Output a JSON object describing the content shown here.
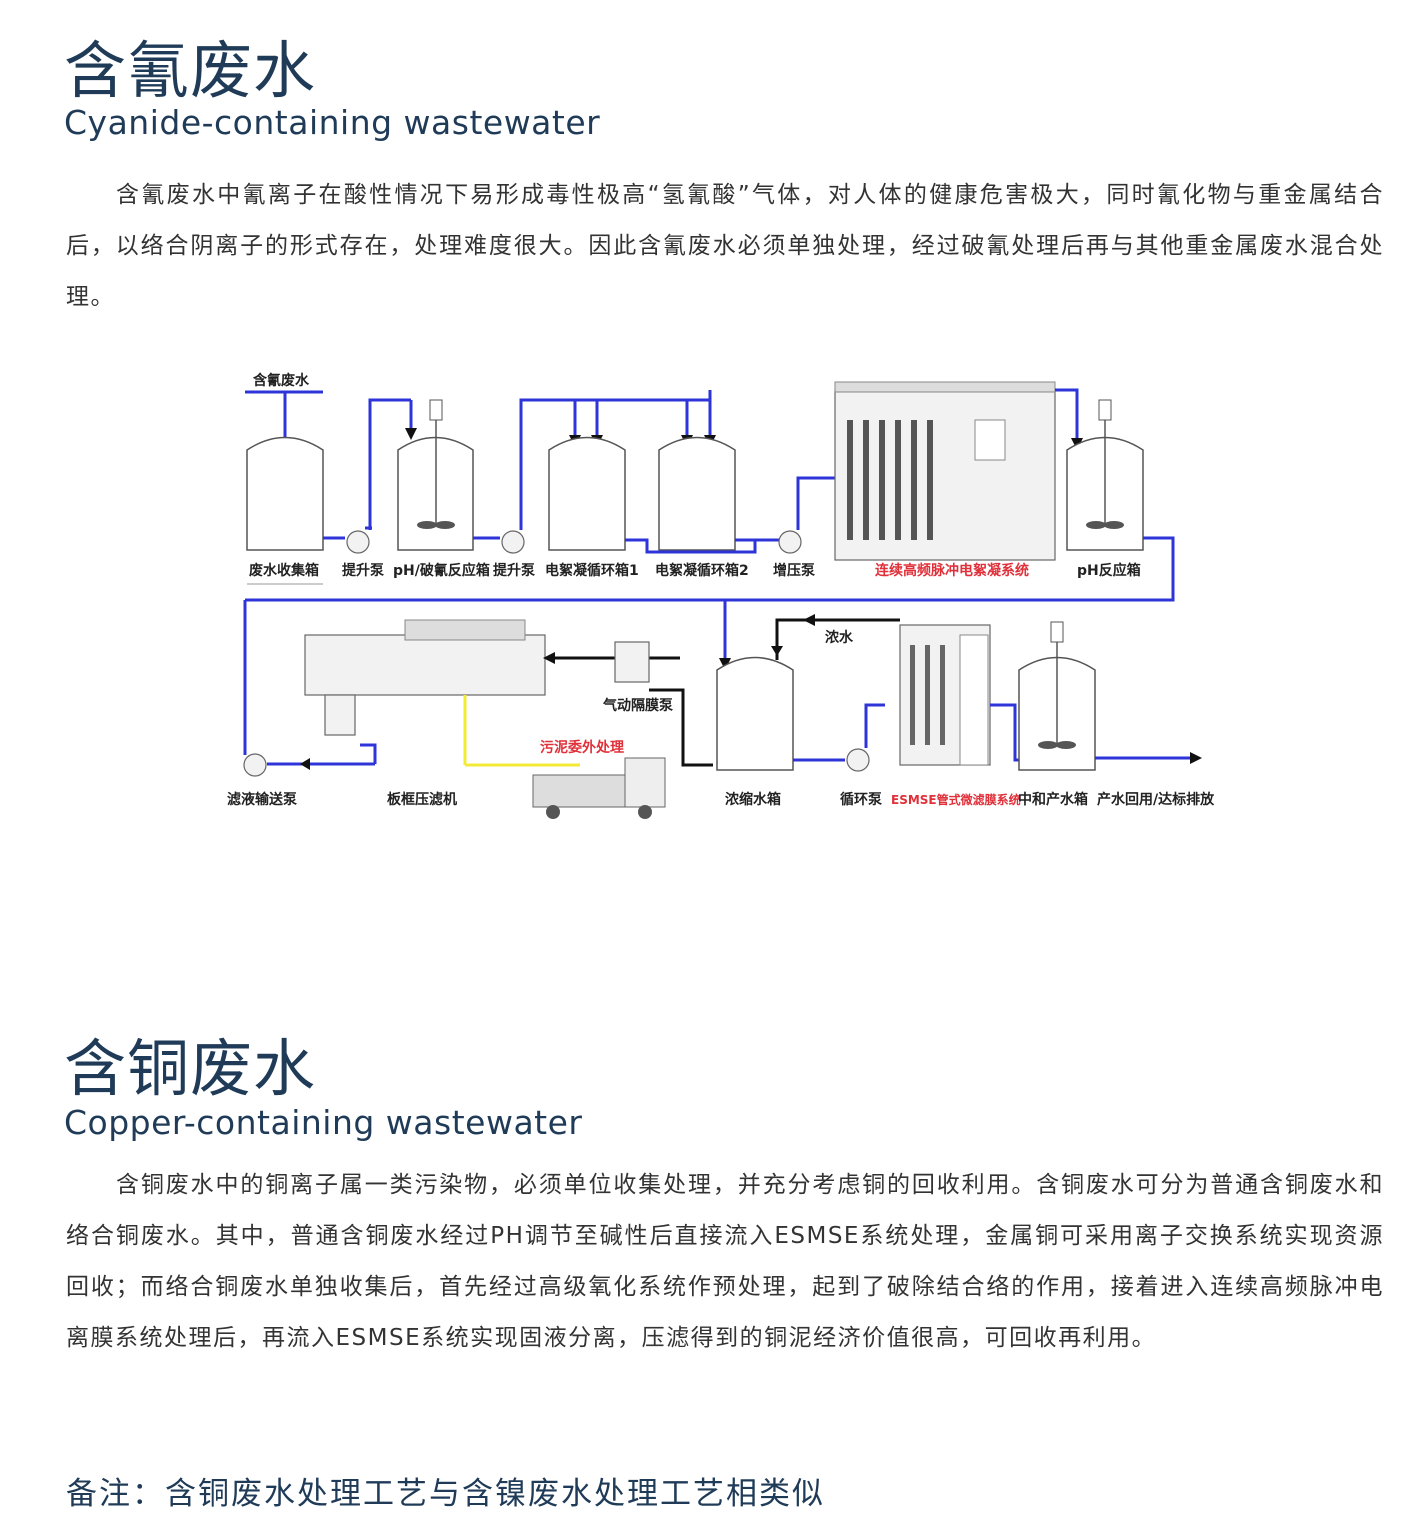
{
  "section1": {
    "title": "含氰废水",
    "subtitle": "Cyanide-containing wastewater",
    "paragraph": "含氰废水中氰离子在酸性情况下易形成毒性极高“氢氰酸”气体，对人体的健康危害极大，同时氰化物与重金属结合后，以络合阴离子的形式存在，处理难度很大。因此含氰废水必须单独处理，经过破氰处理后再与其他重金属废水混合处理。"
  },
  "diagram": {
    "input_label": "含氰废水",
    "labels": {
      "collect_tank": "废水收集箱",
      "lift_pump_1": "提升泵",
      "ph_cyanide_tank": "pH/破氰反应箱",
      "lift_pump_2": "提升泵",
      "ec_tank_1": "电絮凝循环箱1",
      "ec_tank_2": "电絮凝循环箱2",
      "boost_pump": "增压泵",
      "pulse_system": "连续高频脉冲电絮凝系统",
      "ph_tank": "pH反应箱",
      "filtrate_pump": "滤液输送泵",
      "filter_press": "板框压滤机",
      "sludge": "污泥委外处理",
      "diaphragm_pump": "气动隔膜泵",
      "concentrate": "浓水",
      "conc_tank": "浓缩水箱",
      "circ_pump": "循环泵",
      "esmse": "ESMSE管式微滤膜系统",
      "neutral_tank": "中和产水箱",
      "output": "产水回用/达标排放"
    },
    "colors": {
      "pipe": "#2e34d8",
      "black_line": "#111111",
      "sludge_line": "#f2ea35",
      "red_label": "#e0303a"
    }
  },
  "section2": {
    "title": "含铜废水",
    "subtitle": "Copper-containing  wastewater",
    "paragraph": "含铜废水中的铜离子属一类污染物，必须单位收集处理，并充分考虑铜的回收利用。含铜废水可分为普通含铜废水和络合铜废水。其中，普通含铜废水经过PH调节至碱性后直接流入ESMSE系统处理，金属铜可采用离子交换系统实现资源回收；而络合铜废水单独收集后，首先经过高级氧化系统作预处理，起到了破除结合络的作用，接着进入连续高频脉冲电离膜系统处理后，再流入ESMSE系统实现固液分离，压滤得到的铜泥经济价值很高，可回收再利用。"
  },
  "note": "备注：含铜废水处理工艺与含镍废水处理工艺相类似"
}
